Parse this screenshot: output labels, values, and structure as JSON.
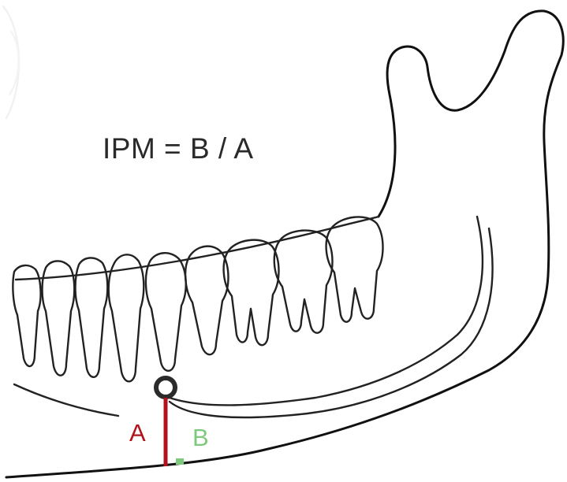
{
  "formula": "IPM = B / A",
  "labels": {
    "a": "A",
    "b": "B"
  },
  "colors": {
    "a_line": "#b3121c",
    "b_line": "#7fc97f",
    "mental_foramen": "#2b2b2b"
  }
}
